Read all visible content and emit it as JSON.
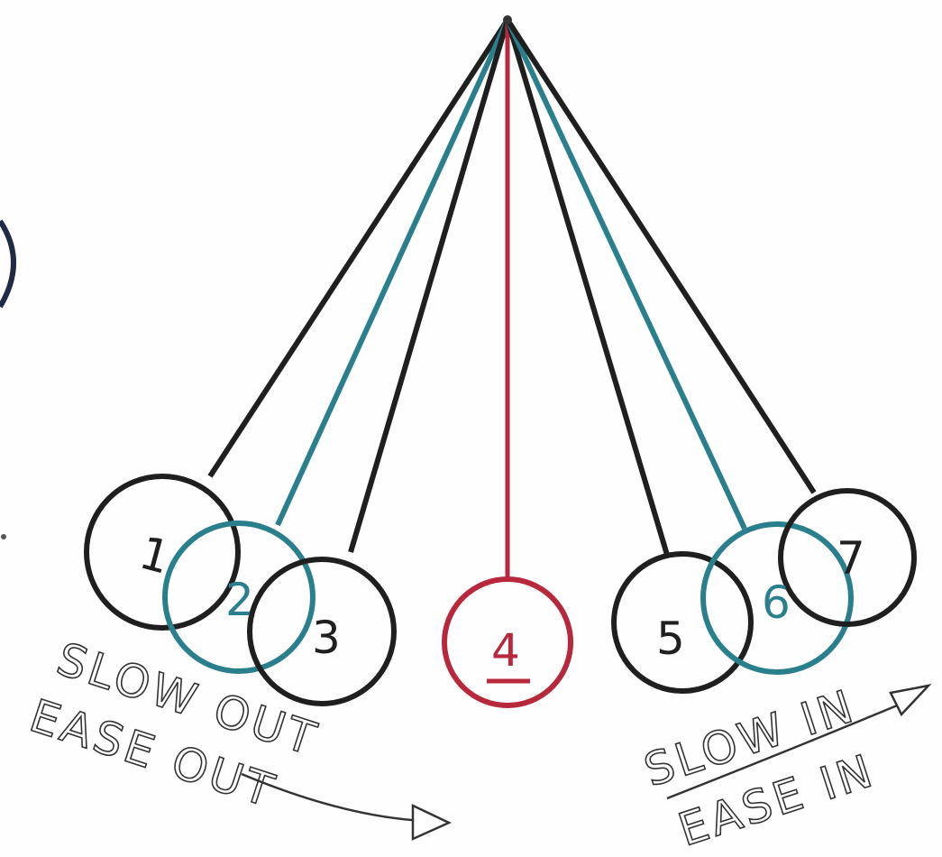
{
  "diagram": {
    "colors": {
      "black": "#1f1f1f",
      "teal": "#2a7f8c",
      "red": "#b8283c",
      "outline_text": "#333333"
    },
    "frames": [
      {
        "label": "1",
        "color": "black"
      },
      {
        "label": "2",
        "color": "teal"
      },
      {
        "label": "3",
        "color": "black"
      },
      {
        "label": "4",
        "color": "red"
      },
      {
        "label": "5",
        "color": "black"
      },
      {
        "label": "6",
        "color": "teal"
      },
      {
        "label": "7",
        "color": "black"
      }
    ],
    "labels": {
      "slow_out": "SLOW OUT",
      "ease_out": "EASE OUT",
      "slow_in": "SLOW IN",
      "ease_in": "EASE IN"
    }
  }
}
